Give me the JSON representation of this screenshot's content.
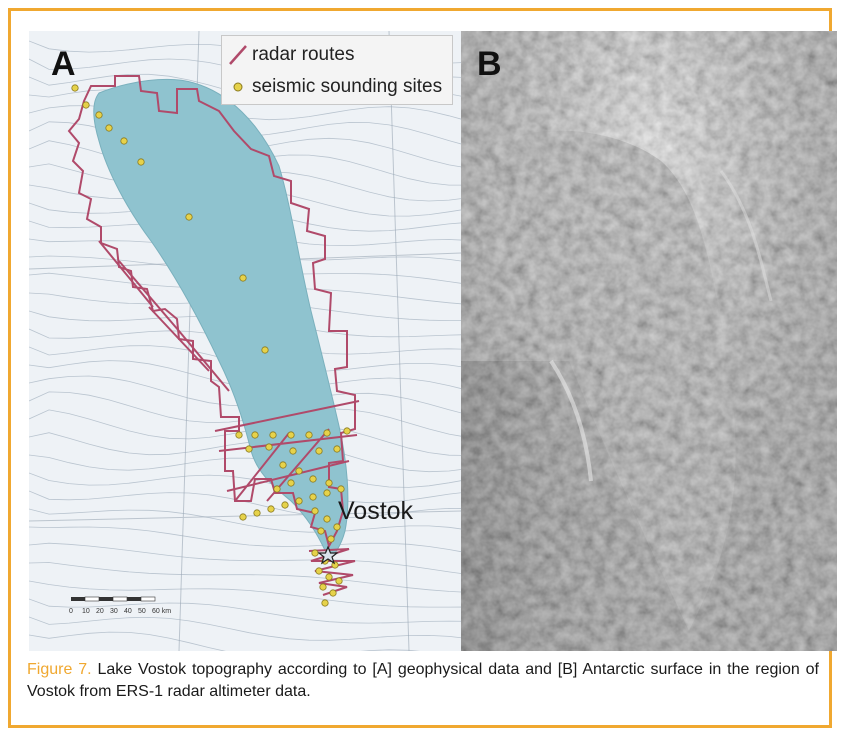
{
  "figure": {
    "panel_a": {
      "letter": "A",
      "legend": {
        "routes_label": "radar routes",
        "sites_label": "seismic sounding sites"
      },
      "place_label": "Vostok",
      "scale_ticks": [
        "0",
        "10",
        "20",
        "30",
        "40",
        "50",
        "60 km"
      ]
    },
    "panel_b": {
      "letter": "B"
    },
    "caption": {
      "label": "Figure 7.",
      "text": " Lake Vostok topography according to [A] geophysical data and [B] Antarctic surface in the region of Vostok from ERS-1 radar altimeter data."
    }
  },
  "colors": {
    "frame_border": "#f0a830",
    "lake_fill": "#8fc3cf",
    "route_line": "#b04a6a",
    "site_marker": "#e6d24a",
    "caption_label": "#f0a830"
  }
}
